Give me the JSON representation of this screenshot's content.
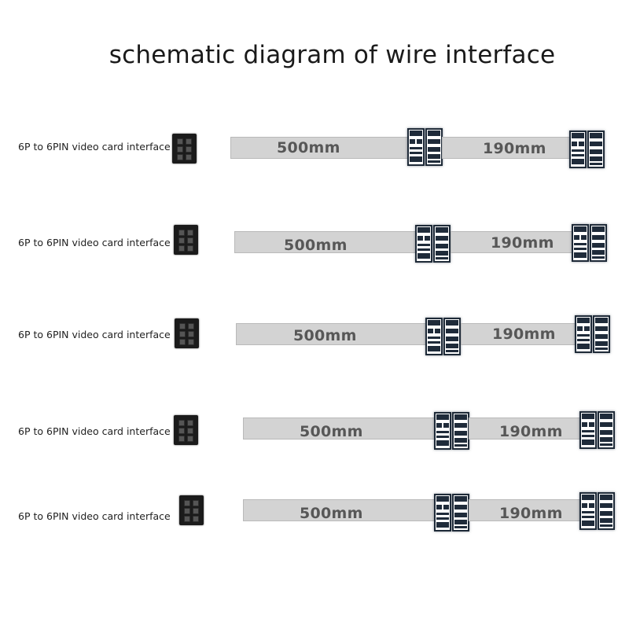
{
  "title": "schematic diagram of wire interface",
  "rows": [
    {
      "label": "6P to 6PIN video card interface",
      "segment1": "500mm",
      "segment2": "190mm"
    },
    {
      "label": "6P to 6PIN video card interface",
      "segment1": "500mm",
      "segment2": "190mm"
    },
    {
      "label": "6P to 6PIN video card interface",
      "segment1": "500mm",
      "segment2": "190mm"
    },
    {
      "label": "6P to 6PIN video card interface",
      "segment1": "500mm",
      "segment2": "190mm"
    },
    {
      "label": "6P to 6PIN video card interface",
      "segment1": "500mm",
      "segment2": "190mm"
    }
  ],
  "colors": {
    "wire": "#d3d3d3",
    "length_text": "#575757",
    "connector": "#1e2a38",
    "female_socket": "#1b1b1b"
  },
  "icons": {
    "female_connector": "6-pin-female-socket-icon",
    "male_connector": "6-pin-male-plug-icon"
  }
}
